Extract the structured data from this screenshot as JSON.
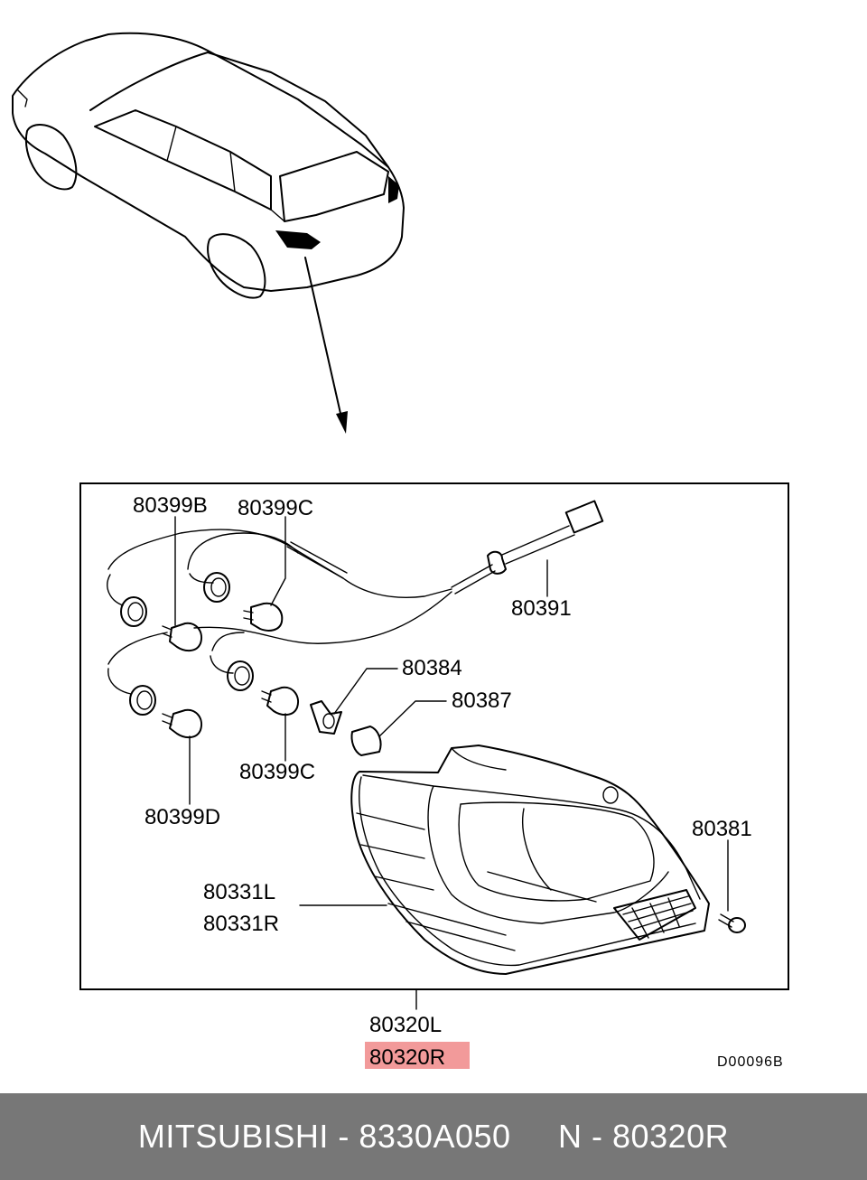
{
  "labels": {
    "p80399B": "80399B",
    "p80399C_top": "80399C",
    "p80391": "80391",
    "p80384": "80384",
    "p80387": "80387",
    "p80399C_bottom": "80399C",
    "p80399D": "80399D",
    "p80381": "80381",
    "p80331L": "80331L",
    "p80331R": "80331R",
    "p80320L": "80320L",
    "p80320R": "80320R"
  },
  "diagram_code": "D00096B",
  "highlight_color": "#f29a9a",
  "footer": {
    "text": "MITSUBISHI - 8330A050     N - 80320R",
    "background": "#777777"
  }
}
